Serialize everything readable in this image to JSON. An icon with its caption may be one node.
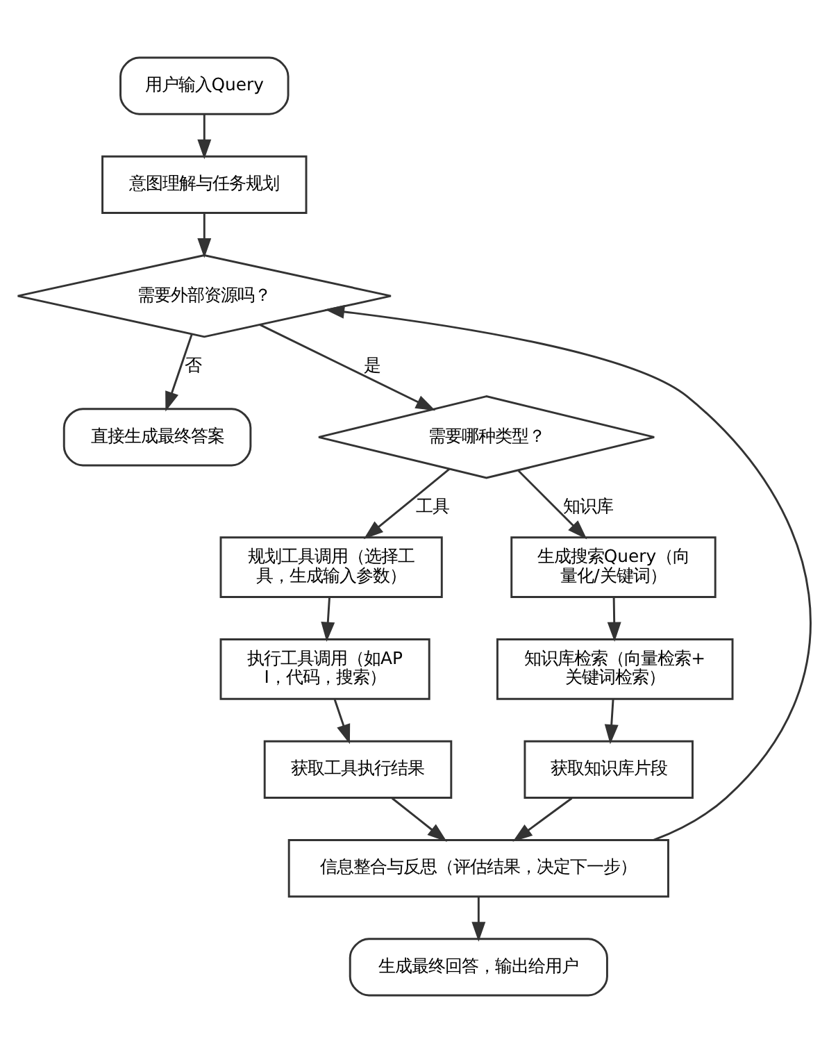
{
  "diagram": {
    "nodes": [
      {
        "text": [
          "用户输入Query"
        ]
      },
      {
        "text": [
          "意图理解与任务规划"
        ]
      },
      {
        "text": [
          "需要外部资源吗？"
        ]
      },
      {
        "text": [
          "直接生成最终答案"
        ]
      },
      {
        "text": [
          "需要哪种类型？"
        ]
      },
      {
        "text": [
          "规划工具调用（选择工具，生成输入参数）"
        ]
      },
      {
        "text": [
          "执行工具调用（如API，代码，搜索）"
        ]
      },
      {
        "text": [
          "获取工具执行结果"
        ]
      },
      {
        "text": [
          "生成搜索Query（向量化/关键词）"
        ]
      },
      {
        "text": [
          "知识库检索（向量检索+关键词检索）"
        ]
      },
      {
        "text": [
          "获取知识库片段"
        ]
      },
      {
        "text": [
          "信息整合与反思（评估结果，决定下一步）"
        ]
      },
      {
        "text": [
          "生成最终回答，输出给用户"
        ]
      }
    ],
    "edges": [
      {
        "from": 0,
        "to": 1,
        "arrow": "to"
      },
      {
        "from": 1,
        "to": 2,
        "arrow": "to"
      },
      {
        "from": 2,
        "to": 4,
        "arrow": "to",
        "label": "是"
      },
      {
        "from": 2,
        "to": 3,
        "arrow": "to",
        "label": "否"
      },
      {
        "from": 4,
        "to": 5,
        "arrow": "to",
        "label": "工具"
      },
      {
        "from": 4,
        "to": 8,
        "arrow": "to",
        "label": "知识库"
      },
      {
        "from": 5,
        "to": 6,
        "arrow": "to"
      },
      {
        "from": 6,
        "to": 7,
        "arrow": "to"
      },
      {
        "from": 7,
        "to": 11,
        "arrow": "to"
      },
      {
        "from": 8,
        "to": 9,
        "arrow": "to"
      },
      {
        "from": 9,
        "to": 10,
        "arrow": "to"
      },
      {
        "from": 10,
        "to": 11,
        "arrow": "to"
      },
      {
        "from": 11,
        "to": 2,
        "arrow": "to"
      },
      {
        "from": 11,
        "to": 12,
        "arrow": "to"
      }
    ]
  }
}
